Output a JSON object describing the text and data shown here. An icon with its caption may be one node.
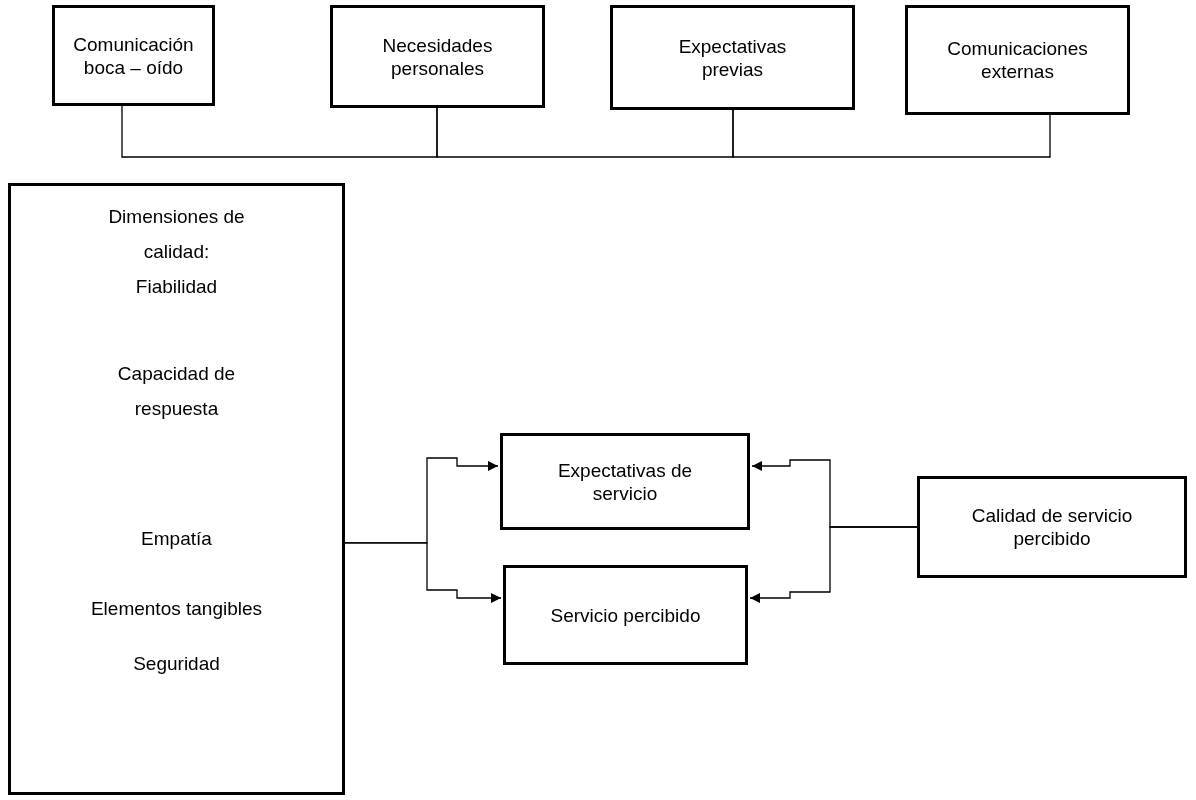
{
  "diagram": {
    "nodes": [
      {
        "text": [
          "Comunicación boca – oído"
        ]
      },
      {
        "text": [
          "Necesidades personales"
        ]
      },
      {
        "text": [
          "Expectativas previas"
        ]
      },
      {
        "text": [
          "Comunicaciones externas"
        ]
      },
      {
        "text": [
          "Dimensiones de calidad:",
          "Fiabilidad",
          "Capacidad de respuesta",
          "Empatía",
          "Elementos tangibles",
          "Seguridad"
        ]
      },
      {
        "text": [
          "Expectativas de servicio"
        ]
      },
      {
        "text": [
          "Servicio percibido"
        ]
      },
      {
        "text": [
          "Calidad de servicio percibido"
        ]
      }
    ],
    "edges": [
      {
        "from": 0,
        "to": 1,
        "arrow": "none"
      },
      {
        "from": 1,
        "to": 2,
        "arrow": "none"
      },
      {
        "from": 2,
        "to": 3,
        "arrow": "none"
      },
      {
        "from": 4,
        "to": 5,
        "arrow": "to"
      },
      {
        "from": 4,
        "to": 6,
        "arrow": "to"
      },
      {
        "from": 7,
        "to": 5,
        "arrow": "to"
      },
      {
        "from": 7,
        "to": 6,
        "arrow": "to"
      }
    ]
  }
}
